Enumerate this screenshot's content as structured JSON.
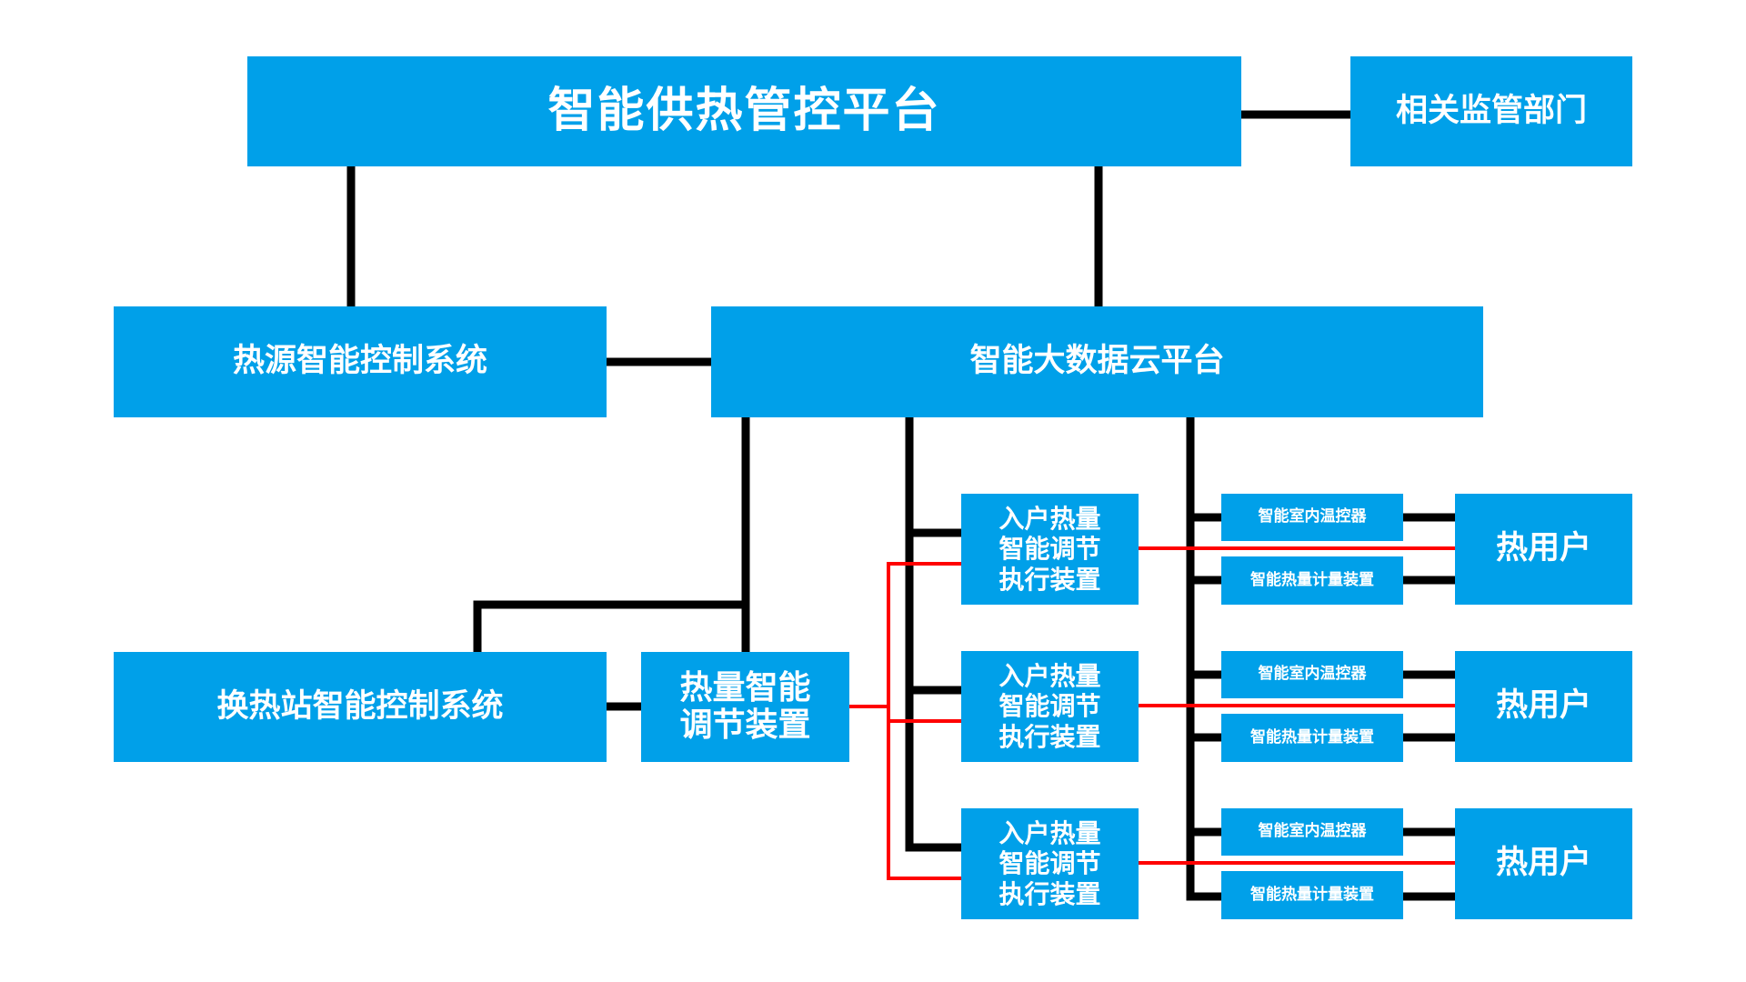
{
  "platform": "智能供热管控平台",
  "regulator": "相关监管部门",
  "heat_source": "热源智能控制系统",
  "cloud": "智能大数据云平台",
  "exchange_station": "换热站智能控制系统",
  "heat_regulator": "热量智能\n调节装置",
  "actuator": "入户热量\n智能调节\n执行装置",
  "thermostat": "智能室内温控器",
  "meter": "智能热量计量装置",
  "user": "热用户",
  "colors": {
    "box": "#00a0e9",
    "box_text": "#ffffff",
    "connector": "#000000",
    "heat_flow": "#ff0000"
  }
}
